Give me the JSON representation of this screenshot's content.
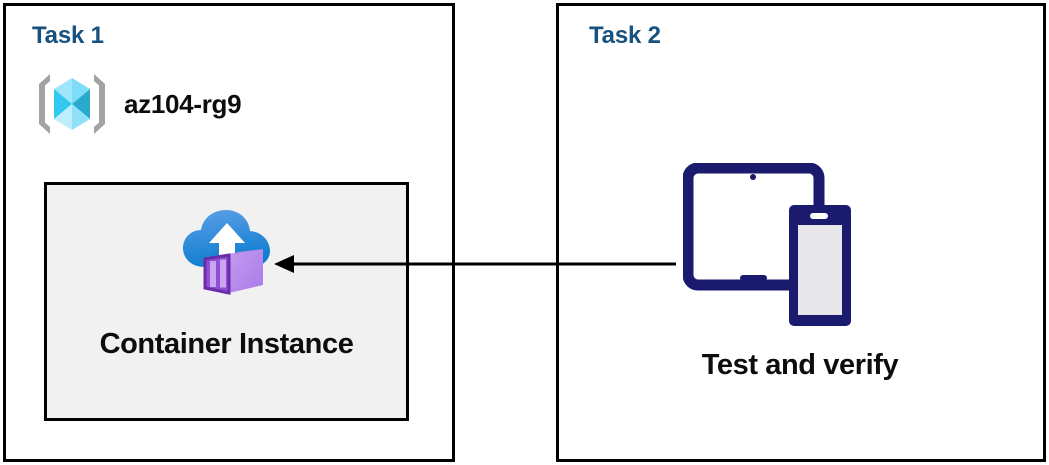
{
  "diagram": {
    "title": "Azure Container Instance task diagram",
    "background_color": "#ffffff",
    "panel_border_color": "#000000",
    "title_color": "#16517f",
    "label_color": "#0d0d0d",
    "card_fill_color": "#f1f1f1",
    "arrow_color": "#000000",
    "device_icon_color": "#1a1a6e"
  },
  "panels": [
    {
      "id": "task-1",
      "title": "Task 1",
      "resource_group": {
        "icon": "resource-group-icon",
        "label": "az104-rg9"
      },
      "card": {
        "icon": "container-instance-icon",
        "label": "Container Instance"
      }
    },
    {
      "id": "task-2",
      "title": "Task 2",
      "device": {
        "icon": "devices-icon",
        "label": "Test and verify"
      }
    }
  ],
  "connector": {
    "name": "flow-arrow",
    "from": "Test and verify",
    "to": "Container Instance",
    "direction": "right-to-left",
    "style": "solid-line-with-arrowhead"
  }
}
